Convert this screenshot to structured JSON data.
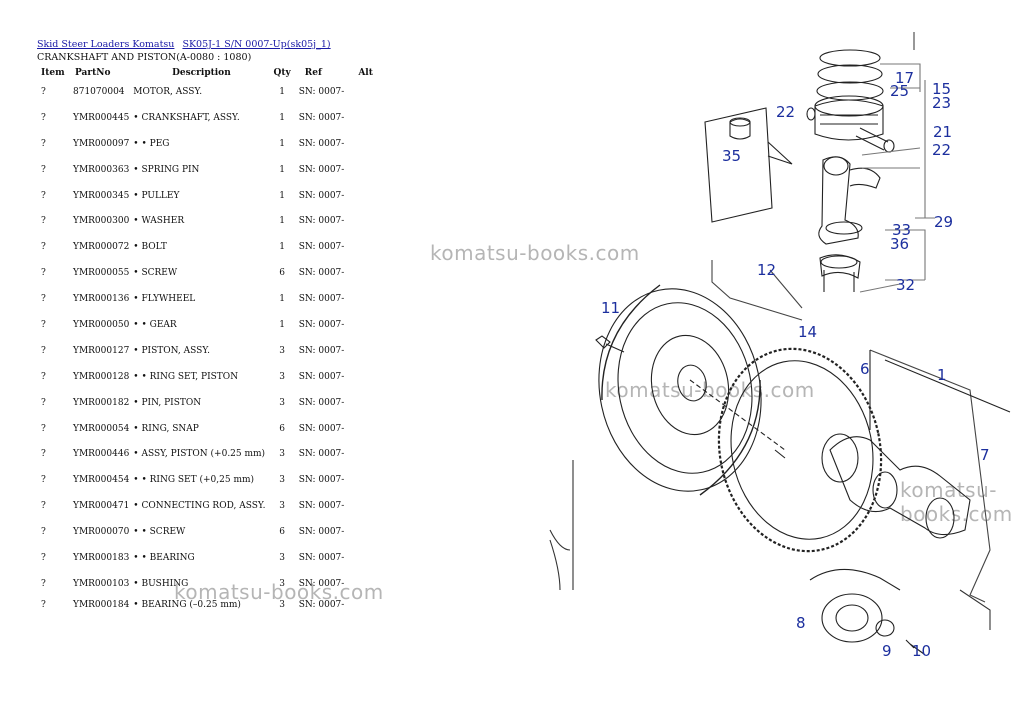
{
  "breadcrumb": [
    "Skid Steer Loaders Komatsu",
    "SK05J-1 S/N 0007-Up(sk05j_1)"
  ],
  "section_title": "CRANKSHAFT AND PISTON(A-0080 : 1080)",
  "columns": [
    "Item",
    "PartNo",
    "Description",
    "Qty",
    "Ref",
    "Alt"
  ],
  "parts": [
    {
      "item": "?",
      "part": "871070004",
      "desc": "MOTOR, ASSY.",
      "qty": "1",
      "ref": "SN: 0007-"
    },
    {
      "item": "?",
      "part": "YMR000445",
      "desc": "• CRANKSHAFT, ASSY.",
      "qty": "1",
      "ref": "SN: 0007-"
    },
    {
      "item": "?",
      "part": "YMR000097",
      "desc": "• • PEG",
      "qty": "1",
      "ref": "SN: 0007-"
    },
    {
      "item": "?",
      "part": "YMR000363",
      "desc": "• SPRING PIN",
      "qty": "1",
      "ref": "SN: 0007-"
    },
    {
      "item": "?",
      "part": "YMR000345",
      "desc": "• PULLEY",
      "qty": "1",
      "ref": "SN: 0007-"
    },
    {
      "item": "?",
      "part": "YMR000300",
      "desc": "• WASHER",
      "qty": "1",
      "ref": "SN: 0007-"
    },
    {
      "item": "?",
      "part": "YMR000072",
      "desc": "• BOLT",
      "qty": "1",
      "ref": "SN: 0007-"
    },
    {
      "item": "?",
      "part": "YMR000055",
      "desc": "• SCREW",
      "qty": "6",
      "ref": "SN: 0007-"
    },
    {
      "item": "?",
      "part": "YMR000136",
      "desc": "• FLYWHEEL",
      "qty": "1",
      "ref": "SN: 0007-"
    },
    {
      "item": "?",
      "part": "YMR000050",
      "desc": "• • GEAR",
      "qty": "1",
      "ref": "SN: 0007-"
    },
    {
      "item": "?",
      "part": "YMR000127",
      "desc": "• PISTON, ASSY.",
      "qty": "3",
      "ref": "SN: 0007-"
    },
    {
      "item": "?",
      "part": "YMR000128",
      "desc": "• • RING SET, PISTON",
      "qty": "3",
      "ref": "SN: 0007-"
    },
    {
      "item": "?",
      "part": "YMR000182",
      "desc": "• PIN, PISTON",
      "qty": "3",
      "ref": "SN: 0007-"
    },
    {
      "item": "?",
      "part": "YMR000054",
      "desc": "• RING, SNAP",
      "qty": "6",
      "ref": "SN: 0007-"
    },
    {
      "item": "?",
      "part": "YMR000446",
      "desc": "• ASSY, PISTON (+0.25 mm)",
      "qty": "3",
      "ref": "SN: 0007-"
    },
    {
      "item": "?",
      "part": "YMR000454",
      "desc": "• • RING SET (+0,25 mm)",
      "qty": "3",
      "ref": "SN: 0007-"
    },
    {
      "item": "?",
      "part": "YMR000471",
      "desc": "• CONNECTING ROD, ASSY.",
      "qty": "3",
      "ref": "SN: 0007-"
    },
    {
      "item": "?",
      "part": "YMR000070",
      "desc": "• • SCREW",
      "qty": "6",
      "ref": "SN: 0007-"
    },
    {
      "item": "?",
      "part": "YMR000183",
      "desc": "• • BEARING",
      "qty": "3",
      "ref": "SN: 0007-"
    },
    {
      "item": "?",
      "part": "YMR000103",
      "desc": "• BUSHING",
      "qty": "3",
      "ref": "SN: 0007-"
    },
    {
      "item": "?",
      "part": "YMR000184",
      "desc": "• BEARING (–0.25 mm)",
      "qty": "3",
      "ref": "SN: 0007-"
    }
  ],
  "watermark": "komatsu-books.com",
  "callouts": [
    "17",
    "25",
    "15",
    "23",
    "22",
    "21",
    "22",
    "35",
    "29",
    "33",
    "36",
    "32",
    "12",
    "11",
    "14",
    "6",
    "1",
    "7",
    "8",
    "9",
    "10"
  ]
}
